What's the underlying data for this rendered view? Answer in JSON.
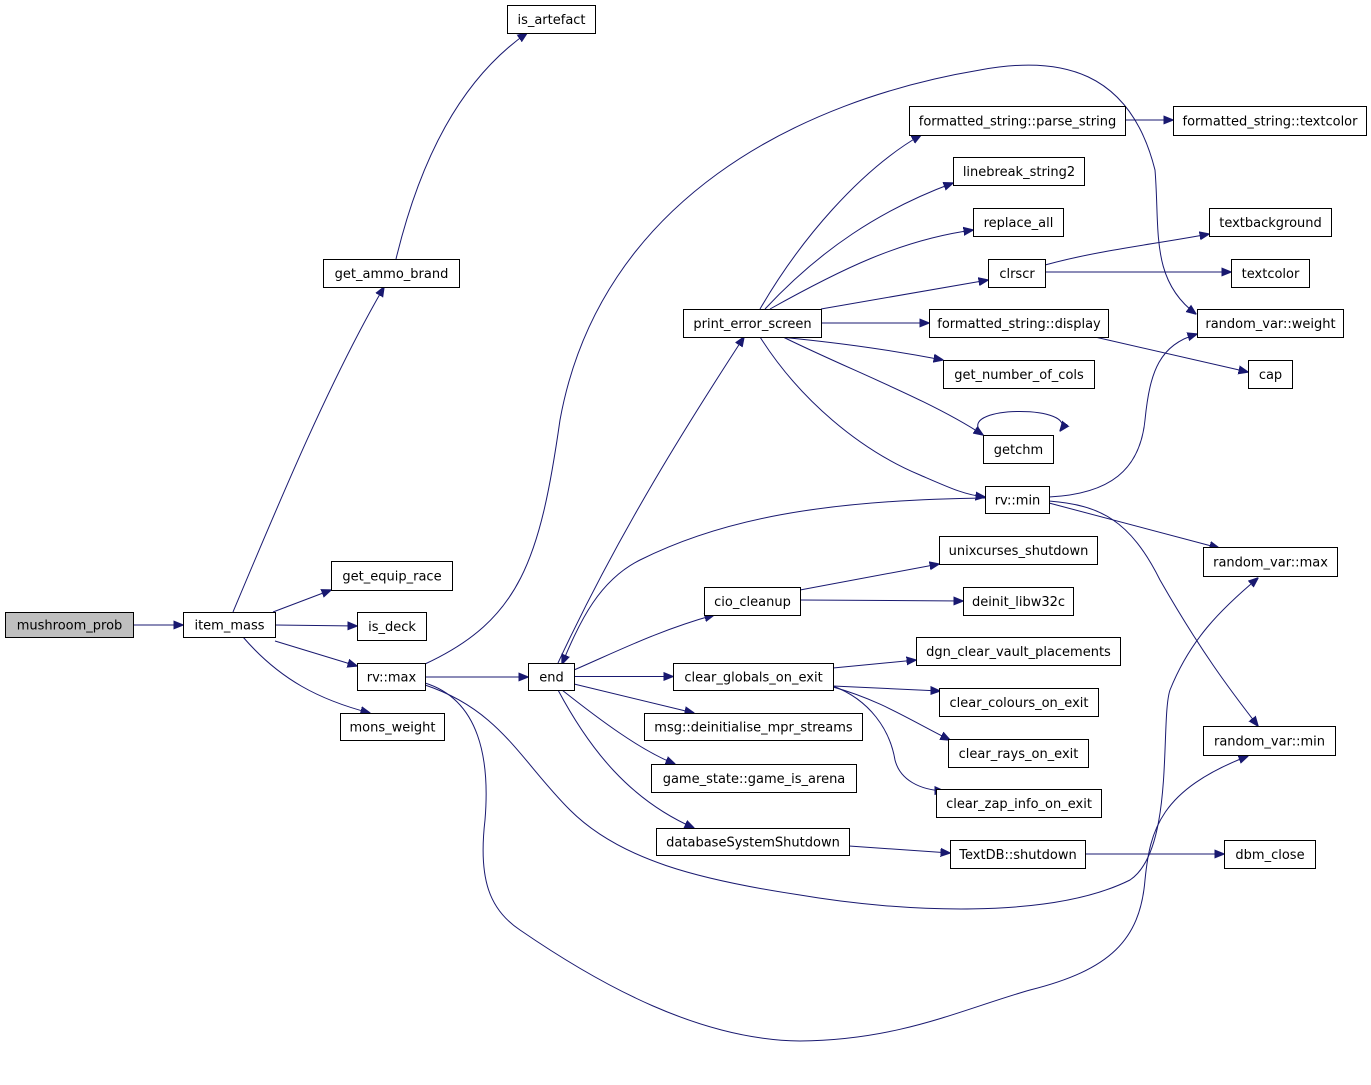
{
  "nodes": {
    "mushroom_prob": "mushroom_prob",
    "item_mass": "item_mass",
    "is_artefact": "is_artefact",
    "get_ammo_brand": "get_ammo_brand",
    "get_equip_race": "get_equip_race",
    "is_deck": "is_deck",
    "rv_max": "rv::max",
    "mons_weight": "mons_weight",
    "end": "end",
    "print_error_screen": "print_error_screen",
    "parse_string": "formatted_string::parse_string",
    "textcolor_fs": "formatted_string::textcolor",
    "linebreak_string2": "linebreak_string2",
    "replace_all": "replace_all",
    "clrscr": "clrscr",
    "textbackground": "textbackground",
    "textcolor": "textcolor",
    "fs_display": "formatted_string::display",
    "random_var_weight": "random_var::weight",
    "get_number_of_cols": "get_number_of_cols",
    "cap": "cap",
    "getchm": "getchm",
    "rv_min": "rv::min",
    "random_var_max": "random_var::max",
    "unixcurses_shutdown": "unixcurses_shutdown",
    "cio_cleanup": "cio_cleanup",
    "deinit_libw32c": "deinit_libw32c",
    "dgn_clear_vault_placements": "dgn_clear_vault_placements",
    "clear_globals_on_exit": "clear_globals_on_exit",
    "clear_colours_on_exit": "clear_colours_on_exit",
    "random_var_min": "random_var::min",
    "msg_deinit": "msg::deinitialise_mpr_streams",
    "clear_rays_on_exit": "clear_rays_on_exit",
    "game_is_arena": "game_state::game_is_arena",
    "clear_zap_info_on_exit": "clear_zap_info_on_exit",
    "databaseSystemShutdown": "databaseSystemShutdown",
    "textdb_shutdown": "TextDB::shutdown",
    "dbm_close": "dbm_close"
  },
  "edges": [
    [
      "mushroom_prob",
      "item_mass"
    ],
    [
      "item_mass",
      "get_ammo_brand"
    ],
    [
      "get_ammo_brand",
      "is_artefact"
    ],
    [
      "item_mass",
      "get_equip_race"
    ],
    [
      "item_mass",
      "is_deck"
    ],
    [
      "item_mass",
      "rv_max"
    ],
    [
      "item_mass",
      "mons_weight"
    ],
    [
      "rv_max",
      "end"
    ],
    [
      "rv_max",
      "random_var_weight"
    ],
    [
      "rv_max",
      "random_var_max"
    ],
    [
      "rv_max",
      "random_var_min"
    ],
    [
      "end",
      "print_error_screen"
    ],
    [
      "end",
      "cio_cleanup"
    ],
    [
      "end",
      "clear_globals_on_exit"
    ],
    [
      "end",
      "msg_deinit"
    ],
    [
      "end",
      "game_is_arena"
    ],
    [
      "end",
      "databaseSystemShutdown"
    ],
    [
      "rv_min",
      "end"
    ],
    [
      "rv_min",
      "random_var_weight"
    ],
    [
      "rv_min",
      "random_var_max"
    ],
    [
      "rv_min",
      "random_var_min"
    ],
    [
      "print_error_screen",
      "parse_string"
    ],
    [
      "print_error_screen",
      "linebreak_string2"
    ],
    [
      "print_error_screen",
      "replace_all"
    ],
    [
      "print_error_screen",
      "clrscr"
    ],
    [
      "print_error_screen",
      "fs_display"
    ],
    [
      "print_error_screen",
      "get_number_of_cols"
    ],
    [
      "print_error_screen",
      "getchm"
    ],
    [
      "print_error_screen",
      "rv_min"
    ],
    [
      "parse_string",
      "textcolor_fs"
    ],
    [
      "clrscr",
      "textbackground"
    ],
    [
      "clrscr",
      "textcolor"
    ],
    [
      "fs_display",
      "cap"
    ],
    [
      "getchm",
      "getchm"
    ],
    [
      "cio_cleanup",
      "unixcurses_shutdown"
    ],
    [
      "cio_cleanup",
      "deinit_libw32c"
    ],
    [
      "clear_globals_on_exit",
      "dgn_clear_vault_placements"
    ],
    [
      "clear_globals_on_exit",
      "clear_colours_on_exit"
    ],
    [
      "clear_globals_on_exit",
      "clear_rays_on_exit"
    ],
    [
      "clear_globals_on_exit",
      "clear_zap_info_on_exit"
    ],
    [
      "databaseSystemShutdown",
      "textdb_shutdown"
    ],
    [
      "textdb_shutdown",
      "dbm_close"
    ]
  ]
}
